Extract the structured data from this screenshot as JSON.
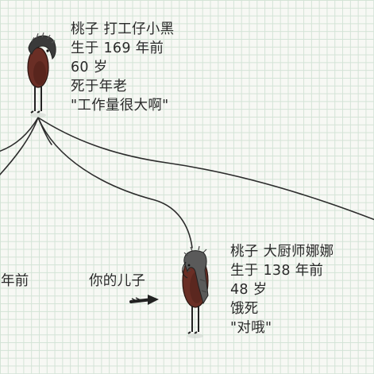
{
  "ancestor": {
    "name": "桃子 打工仔小黑",
    "born": "生于 169 年前",
    "age": "60 岁",
    "death": "死于年老",
    "quote": "\"工作量很大啊\""
  },
  "descendant": {
    "name": "桃子 大厨师娜娜",
    "born": "生于 138 年前",
    "age": "48 岁",
    "death": "饿死",
    "quote": "\"对哦\""
  },
  "offscreen_label": "年前",
  "pointer_label": "你的儿子",
  "colors": {
    "line": "#2c2c2c",
    "bean_body": "#6a2e25",
    "bean_dark": "#4a1f18",
    "hair": "#3a3a3a",
    "grid": "#d3e3d6"
  },
  "icons": {
    "ancestor_character": "bean-character-icon",
    "descendant_character": "bean-character-icon",
    "pointer": "arrow-right-icon"
  }
}
